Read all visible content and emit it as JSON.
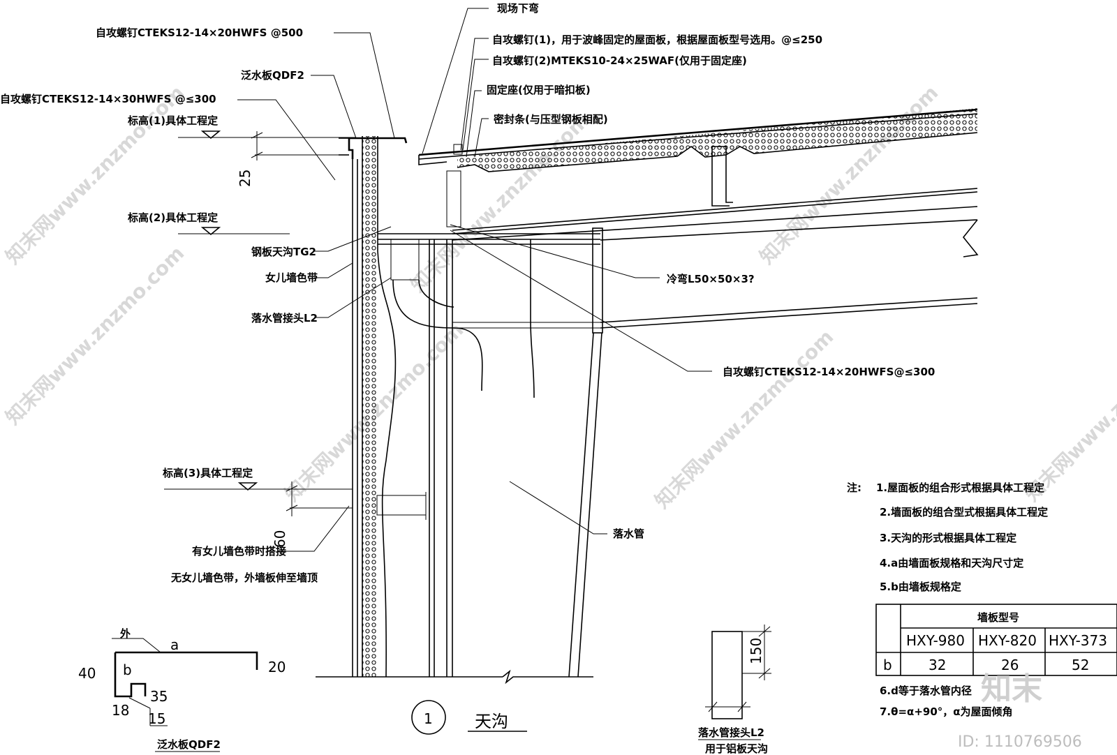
{
  "labels": {
    "l1": "自攻螺钉CTEKS12-14×20HWFS @500",
    "l2": "泛水板QDF2",
    "l3": "自攻螺钉CTEKS12-14×30HWFS @≤300",
    "l4": "标高(1)具体工程定",
    "l5": "标高(2)具体工程定",
    "l6": "钢板天沟TG2",
    "l7": "女儿墙色带",
    "l8": "落水管接头L2",
    "l9": "标高(3)具体工程定",
    "l10": "有女儿墙色带时搭接",
    "l11": "无女儿墙色带，外墙板伸至墙顶",
    "r1": "现场下弯",
    "r2": "自攻螺钉(1)，用于波峰固定的屋面板，根据屋面板型号选用。@≤250",
    "r3": "自攻螺钉(2)MTEKS10-24×25WAF(仅用于固定座)",
    "r4": "固定座(仅用于暗扣板)",
    "r5": "密封条(与压型钢板相配)",
    "r6": "冷弯L50×50×3?",
    "r7": "自攻螺钉CTEKS12-14×20HWFS@≤300",
    "r8": "落水管"
  },
  "dims": {
    "d25": "25",
    "d60": "60",
    "d150": "150",
    "f_out": "外",
    "f_a": "a",
    "f_b": "b",
    "f40": "40",
    "f20": "20",
    "f35": "35",
    "f18": "18",
    "f15": "15"
  },
  "captions": {
    "num": "1",
    "main": "天沟",
    "flash": "泛水板QDF2",
    "pipe1": "落水管接头L2",
    "pipe2": "用于铝板天沟"
  },
  "notes": {
    "head": "注:",
    "n1": "1.屋面板的组合形式根据具体工程定",
    "n2": "2.墙面板的组合型式根据具体工程定",
    "n3": "3.天沟的形式根据具体工程定",
    "n4": "4.a由墙面板规格和天沟尺寸定",
    "n5": "5.b由墙板规格定",
    "n6": "6.d等于落水管内径",
    "n7": "7.θ=α+90°，α为屋面倾角"
  },
  "table": {
    "title": "墙板型号",
    "cols": [
      "HXY-980",
      "HXY-820",
      "HXY-373"
    ],
    "rowlabel": "b",
    "vals": [
      "32",
      "26",
      "52"
    ]
  },
  "watermark": {
    "text": "知末网www.znzmo.com",
    "logo": "知末",
    "id": "ID: 1110769506"
  }
}
